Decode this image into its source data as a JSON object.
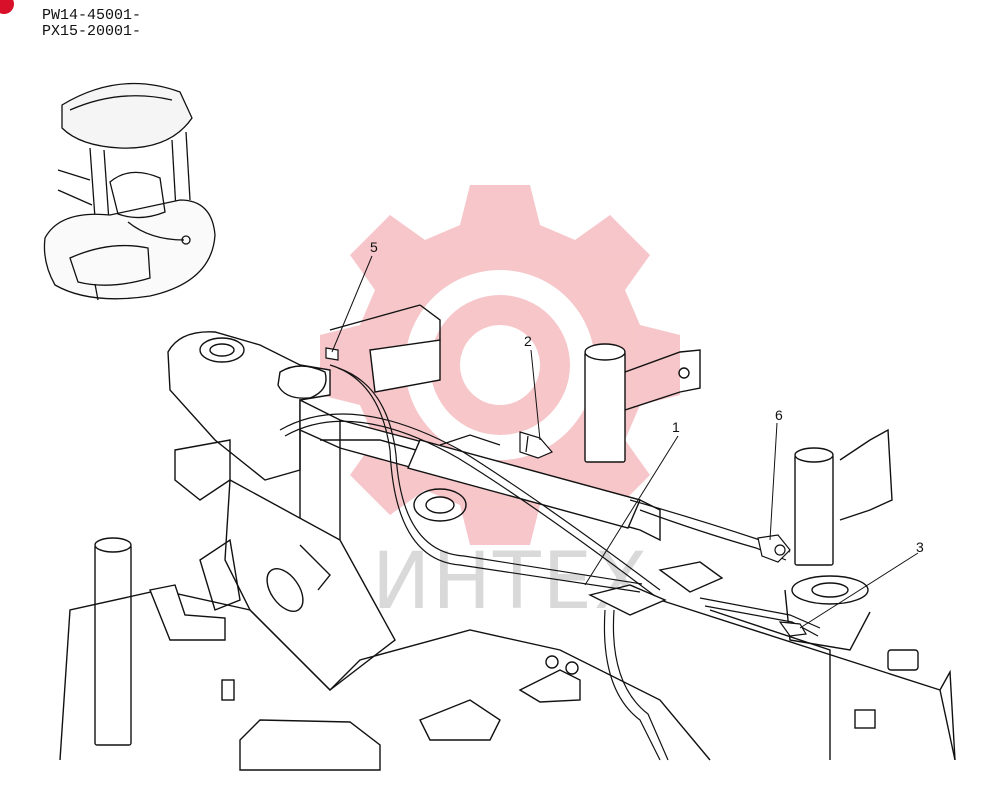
{
  "serial_ranges": [
    "PW14-45001-",
    "PX15-20001-"
  ],
  "callouts": [
    {
      "label": "1"
    },
    {
      "label": "2"
    },
    {
      "label": "3"
    },
    {
      "label": "5"
    },
    {
      "label": "6"
    }
  ],
  "watermark": {
    "text": "ИНТЕХ",
    "color": "#f4b3b8"
  },
  "colors": {
    "line": "#111111",
    "corner_mark": "#d8102a"
  }
}
